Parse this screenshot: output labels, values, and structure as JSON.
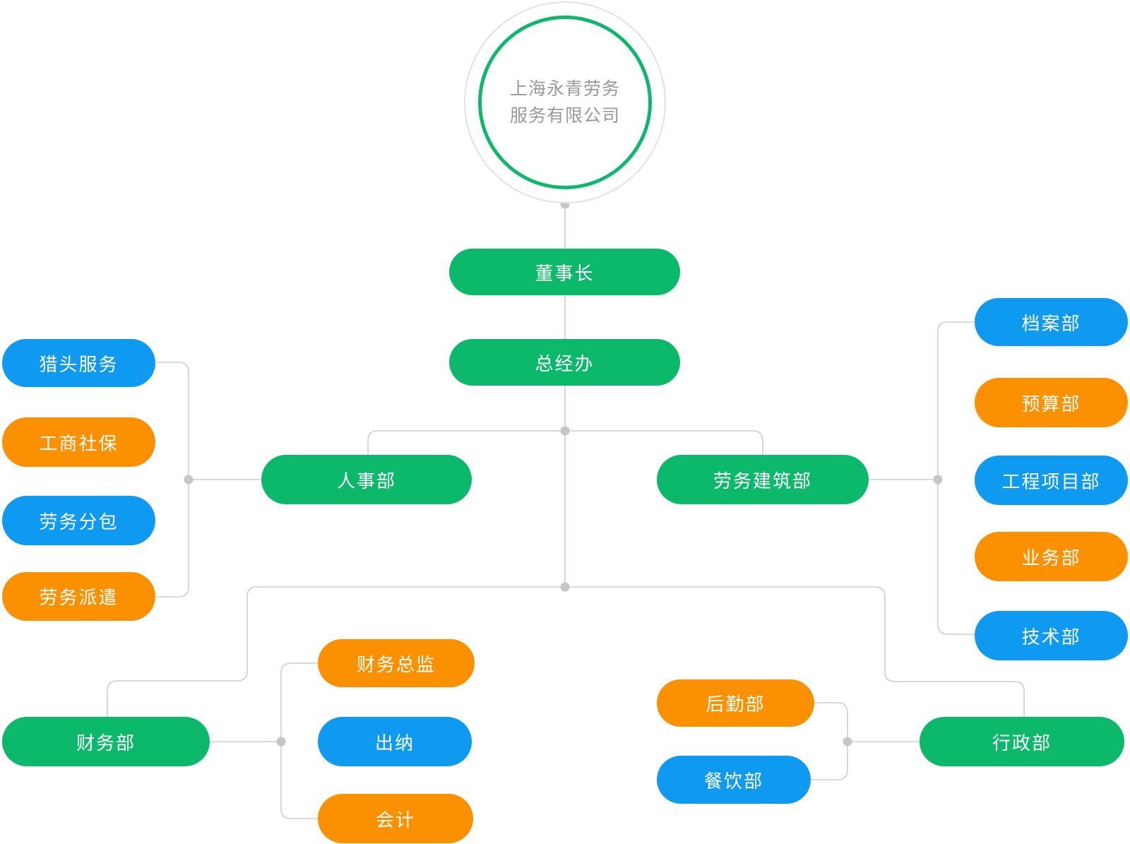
{
  "company": {
    "name": "上海永青劳务服务有限公司",
    "line1": "上海永青劳务",
    "line2": "服务有限公司"
  },
  "colors": {
    "green": "#0cb96b",
    "blue": "#0f9af2",
    "orange": "#fb9100",
    "line": "#cfcfcf",
    "dot": "#c6c6c6",
    "circle_ring_green": "#0cb96b",
    "circle_ring_gray": "#e2e2e2",
    "circle_text": "#999999"
  },
  "nodes": {
    "chairman": {
      "label": "董事长",
      "color": "green"
    },
    "gm_office": {
      "label": "总经办",
      "color": "green"
    },
    "hr": {
      "label": "人事部",
      "color": "green"
    },
    "headhunting": {
      "label": "猎头服务",
      "color": "blue"
    },
    "industry": {
      "label": "工商社保",
      "color": "orange"
    },
    "subcontract": {
      "label": "劳务分包",
      "color": "blue"
    },
    "dispatch": {
      "label": "劳务派遣",
      "color": "orange"
    },
    "construction": {
      "label": "劳务建筑部",
      "color": "green"
    },
    "archive": {
      "label": "档案部",
      "color": "blue"
    },
    "budget": {
      "label": "预算部",
      "color": "orange"
    },
    "engineering": {
      "label": "工程项目部",
      "color": "blue"
    },
    "business": {
      "label": "业务部",
      "color": "orange"
    },
    "tech": {
      "label": "技术部",
      "color": "blue"
    },
    "finance": {
      "label": "财务部",
      "color": "green"
    },
    "fin_director": {
      "label": "财务总监",
      "color": "orange"
    },
    "cashier": {
      "label": "出纳",
      "color": "blue"
    },
    "accountant": {
      "label": "会计",
      "color": "orange"
    },
    "logistics": {
      "label": "后勤部",
      "color": "orange"
    },
    "catering": {
      "label": "餐饮部",
      "color": "blue"
    },
    "admin": {
      "label": "行政部",
      "color": "green"
    }
  }
}
